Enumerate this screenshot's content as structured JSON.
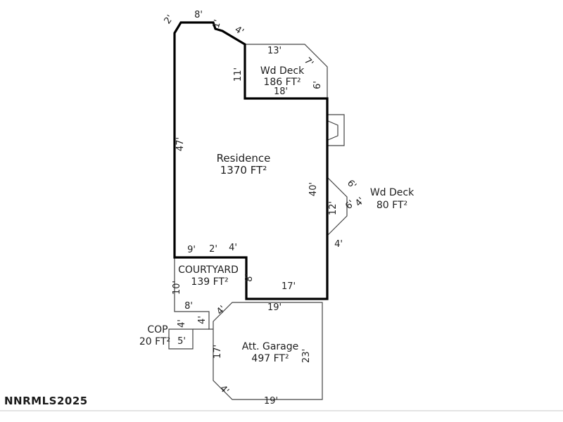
{
  "watermark": "NNRMLS2025",
  "colors": {
    "background": "#ffffff",
    "outline_thick": "#000000",
    "outline_thin": "#444444"
  },
  "rooms": {
    "residence": {
      "label": "Residence",
      "area": "1370 FT²"
    },
    "wood_deck_top": {
      "label": "Wd Deck",
      "area": "186 FT²"
    },
    "wood_deck_right": {
      "label": "Wd Deck",
      "area": "80 FT²"
    },
    "courtyard": {
      "label": "COURTYARD",
      "area": "139 FT²"
    },
    "covered_porch": {
      "label": "COP",
      "area": "20 FT²"
    },
    "garage": {
      "label": "Att. Garage",
      "area": "497 FT²"
    }
  },
  "dims": {
    "t2": "2'",
    "t8": "8'",
    "t1": "1'",
    "t4": "4'",
    "d13": "13'",
    "d11": "11'",
    "d7": "7'",
    "d6": "6'",
    "d18": "18'",
    "l47": "47'",
    "r40": "40'",
    "rd6a": "6'",
    "rd12": "12'",
    "rd6b": "6'",
    "rd4": "4'",
    "w4": "4'",
    "c9": "9'",
    "c2": "2'",
    "c4": "4'",
    "c8v": "8'",
    "c10": "10'",
    "c17": "17'",
    "c8b": "8'",
    "c4s": "4'",
    "c4c": "4'",
    "c5": "5'",
    "g19t": "19'",
    "g4a": "4'",
    "g17": "17'",
    "g23": "23'",
    "g4b": "4'",
    "g19b": "19'"
  }
}
